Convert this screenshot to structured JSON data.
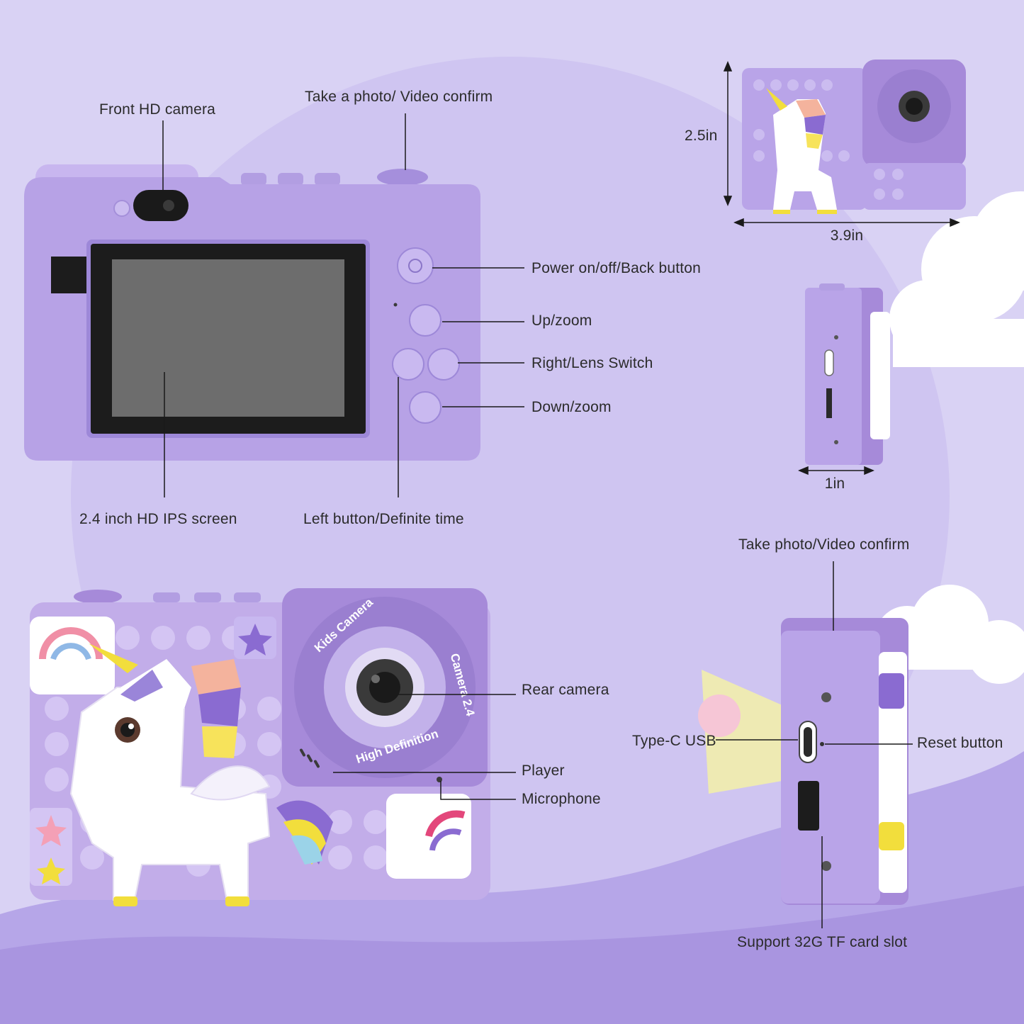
{
  "colors": {
    "background": "#d9d2f4",
    "camera_body": "#b7a2e6",
    "camera_dark": "#9b82d6",
    "lens_ring": "#a68ad9",
    "leader_line": "#1a1a1a"
  },
  "front_view": {
    "labels": {
      "front_camera": "Front HD camera",
      "shutter": "Take a photo/ Video confirm",
      "power": "Power on/off/Back button",
      "up": "Up/zoom",
      "right": "Right/Lens Switch",
      "down": "Down/zoom",
      "screen": "2.4 inch HD IPS screen",
      "left": "Left button/Definite time"
    }
  },
  "rear_view": {
    "lens_text_top": "Kids Camera",
    "lens_text_side": "Camera 2.4",
    "lens_text_bottom": "High Definition",
    "labels": {
      "rear_camera": "Rear camera",
      "player": "Player",
      "microphone": "Microphone"
    }
  },
  "dimensions": {
    "height": "2.5in",
    "width": "3.9in",
    "depth": "1in"
  },
  "side_view": {
    "labels": {
      "shutter": "Take photo/Video confirm",
      "usb": "Type-C USB",
      "reset": "Reset button",
      "card": "Support 32G TF card slot"
    }
  }
}
